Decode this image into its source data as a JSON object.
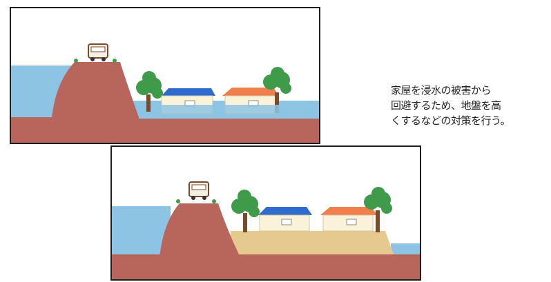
{
  "caption": {
    "lines": [
      "家屋を浸水の被害から",
      "回避するため、地盤を高",
      "くするなどの対策を行う。"
    ]
  },
  "colors": {
    "water": "#8dc3e3",
    "embankment": "#b8655b",
    "ground": "#b8655b",
    "raised_fill": "#e6c98f",
    "roof_blue": "#2f6bcf",
    "roof_orange": "#f07f4c",
    "house_wall": "#fbf3d9",
    "tree_foliage": "#3f9a49",
    "tree_trunk": "#7a4b2a",
    "outline": "#1e1e1e"
  },
  "icons": [
    "truck-icon",
    "tree-icon",
    "house-icon"
  ]
}
